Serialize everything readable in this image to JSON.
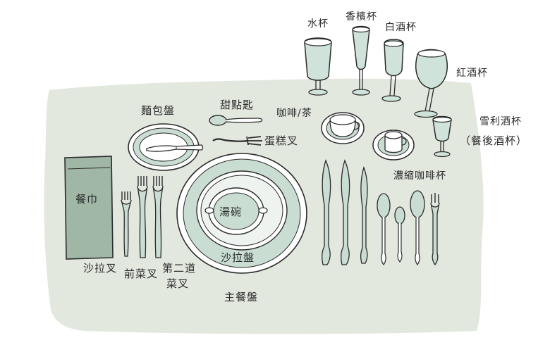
{
  "colors": {
    "tablecloth": "#e3e8df",
    "item_fill": "#c9ddd3",
    "glass_fill": "#cfe3db",
    "napkin": "#9fb7a4",
    "ink": "#2b2b2b"
  },
  "labels": {
    "napkin": "餐巾",
    "bread_plate": "麵包盤",
    "dessert_spoon": "甜點匙",
    "cake_fork": "蛋糕叉",
    "coffee_tea": "咖啡/茶",
    "soup_bowl": "湯碗",
    "salad_plate": "沙拉盤",
    "main_plate": "主餐盤",
    "salad_fork": "沙拉叉",
    "appetizer_fork": "前菜叉",
    "second_course_fork_line1": "第二道",
    "second_course_fork_line2": "菜叉",
    "water_glass": "水杯",
    "champagne_glass": "香檳杯",
    "white_wine_glass": "白酒杯",
    "red_wine_glass": "紅酒杯",
    "sherry_glass_line1": "雪利酒杯",
    "sherry_glass_line2": "（餐後酒杯）",
    "espresso_cup": "濃縮咖啡杯"
  }
}
